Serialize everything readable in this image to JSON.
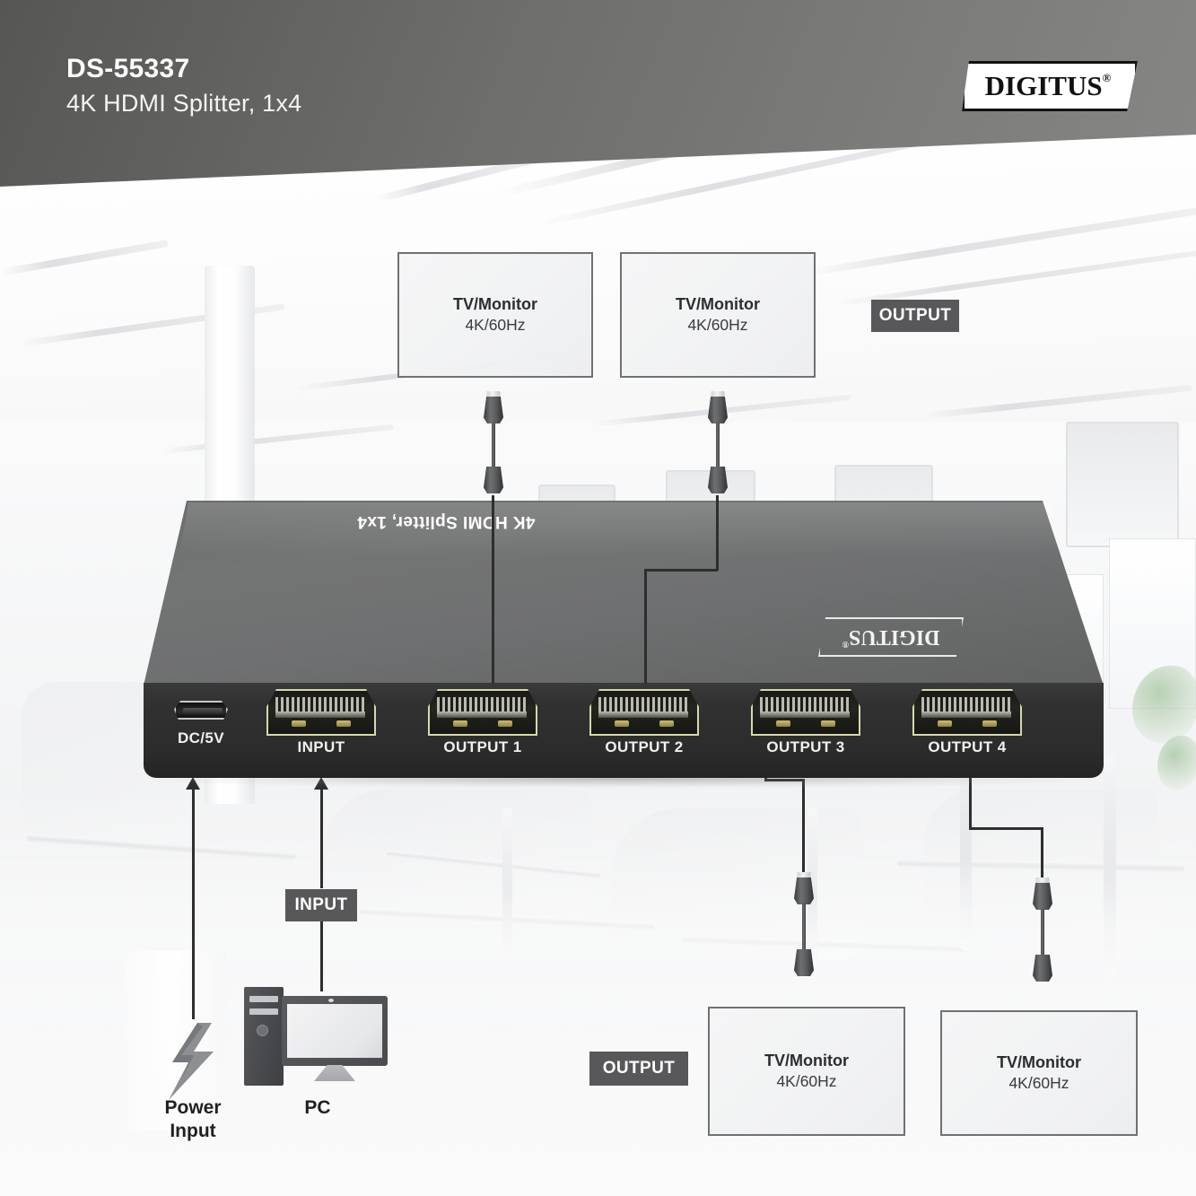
{
  "header": {
    "sku": "DS-55337",
    "product_name": "4K HDMI Splitter, 1x4",
    "brand": "DIGITUS",
    "brand_mark": "®"
  },
  "device": {
    "top_label": "4K HDMI Splitter, 1x4",
    "brand": "DIGITUS",
    "brand_mark": "®",
    "ports": [
      {
        "id": "dc5v",
        "label": "DC/5V",
        "type": "micro-usb"
      },
      {
        "id": "input",
        "label": "INPUT",
        "type": "hdmi"
      },
      {
        "id": "output1",
        "label": "OUTPUT 1",
        "type": "hdmi"
      },
      {
        "id": "output2",
        "label": "OUTPUT 2",
        "type": "hdmi"
      },
      {
        "id": "output3",
        "label": "OUTPUT 3",
        "type": "hdmi"
      },
      {
        "id": "output4",
        "label": "OUTPUT 4",
        "type": "hdmi"
      }
    ]
  },
  "badges": {
    "output_top": "OUTPUT",
    "output_bottom": "OUTPUT",
    "input": "INPUT"
  },
  "monitors": [
    {
      "id": "mon-top-left",
      "title": "TV/Monitor",
      "spec": "4K/60Hz"
    },
    {
      "id": "mon-top-right",
      "title": "TV/Monitor",
      "spec": "4K/60Hz"
    },
    {
      "id": "mon-bottom-left",
      "title": "TV/Monitor",
      "spec": "4K/60Hz"
    },
    {
      "id": "mon-bottom-right",
      "title": "TV/Monitor",
      "spec": "4K/60Hz"
    }
  ],
  "sources": {
    "pc_label": "PC",
    "power_label_line1": "Power",
    "power_label_line2": "Input"
  },
  "colors": {
    "header_gray": "#6e6e6c",
    "badge_gray": "#58585a",
    "device_top": "#6f7071",
    "device_front": "#2c2c2d",
    "hdmi_gold": "#d9d7ae",
    "line_dark": "#2e2e2e",
    "box_border": "#6f7173"
  },
  "icons": {
    "power": "lightning-bolt-icon",
    "pc": "desktop-computer-icon",
    "cable": "hdmi-cable-icon"
  }
}
